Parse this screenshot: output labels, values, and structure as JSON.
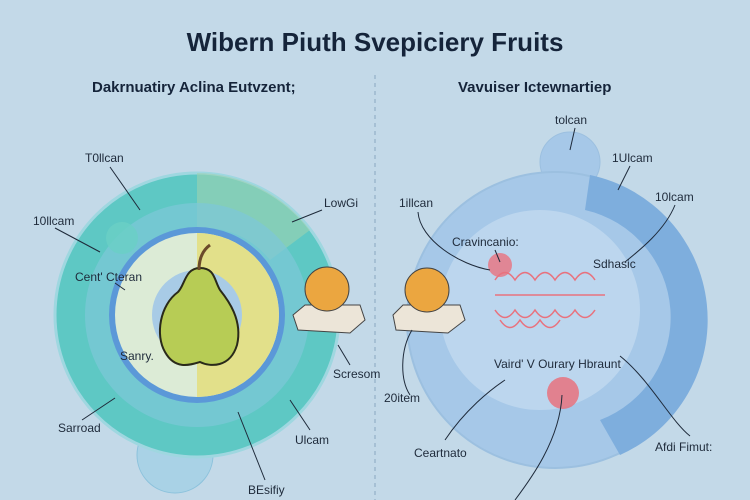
{
  "title": "Wibern Piuth Svepiciery Fruits",
  "left_panel": {
    "heading": "Dakrnuatiry Aclina Eutvzent;",
    "labels": [
      "T0llcan",
      "10llcam",
      "LowGi",
      "Cent' Cteran",
      "Sanry.",
      "Sarroad",
      "Scresom",
      "Ulcam",
      "BEsifiy"
    ]
  },
  "right_panel": {
    "heading": "Vavuiser Ictewnartiep",
    "labels": [
      "tolcan",
      "1Ulcam",
      "10lcam",
      "1illcan",
      "Cravincanio:",
      "Sdhasic",
      "Vaird' V Ourary Hbraunt",
      "20item",
      "Ceartnato",
      "Afdi Fimut:"
    ]
  },
  "colors": {
    "background": "#c3d9e8",
    "teal": "#5ec8c4",
    "blue": "#8fb8e0",
    "pear": "#b7cc55",
    "orange": "#eba640",
    "pink": "#e8727e"
  }
}
